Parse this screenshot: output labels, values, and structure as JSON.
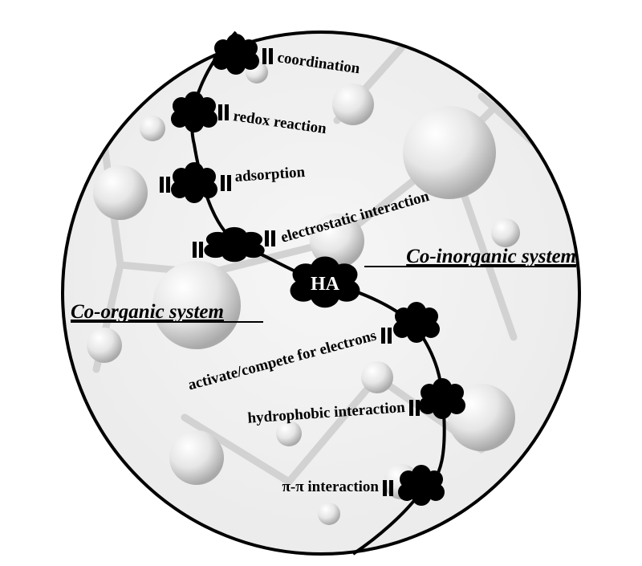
{
  "center_node": "HA",
  "systems": {
    "inorganic": "Co-inorganic system",
    "organic": "Co-organic system"
  },
  "upper_interactions": [
    "coordination",
    "redox reaction",
    "adsorption",
    "electrostatic interaction"
  ],
  "lower_interactions": [
    "activate/compete for electrons",
    "hydrophobic interaction",
    "π-π interaction"
  ]
}
